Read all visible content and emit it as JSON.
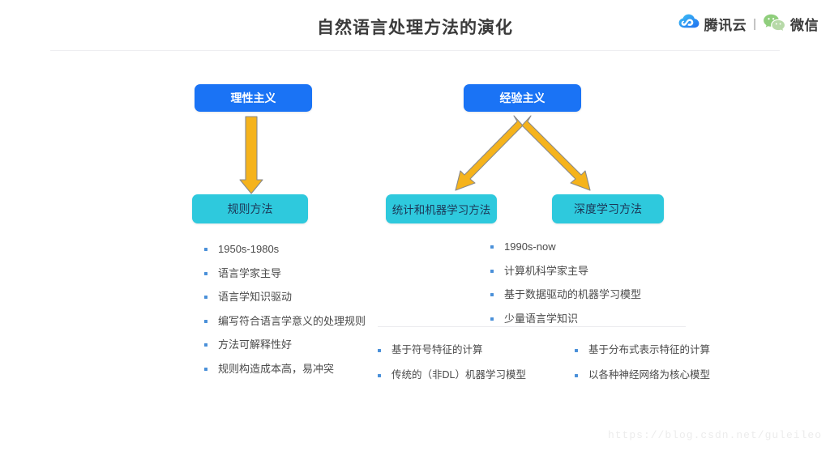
{
  "header": {
    "title": "自然语言处理方法的演化",
    "brand": {
      "cloud_icon": "tencent-cloud-icon",
      "cloud_label": "腾讯云",
      "divider": "|",
      "wechat_icon": "wechat-icon",
      "wechat_label": "微信"
    }
  },
  "diagram": {
    "nodes": [
      {
        "id": "rationalism",
        "label": "理性主义",
        "color": "#1a73f5",
        "style": "blue"
      },
      {
        "id": "empiricism",
        "label": "经验主义",
        "color": "#1a73f5",
        "style": "blue"
      },
      {
        "id": "rule_method",
        "label": "规则方法",
        "color": "#2ec9dd",
        "style": "cyan"
      },
      {
        "id": "stat_ml",
        "label": "统计和机器学习方法",
        "color": "#2ec9dd",
        "style": "cyan"
      },
      {
        "id": "deep_learning",
        "label": "深度学习方法",
        "color": "#2ec9dd",
        "style": "cyan"
      }
    ],
    "arrow_color": "#f5b31c",
    "arrows": [
      {
        "from": "rationalism",
        "to": "rule_method",
        "direction": "down"
      },
      {
        "from": "empiricism",
        "to": "stat_ml",
        "direction": "down-left"
      },
      {
        "from": "empiricism",
        "to": "deep_learning",
        "direction": "down-right"
      }
    ]
  },
  "lists": {
    "rule_method": [
      "1950s-1980s",
      "语言学家主导",
      "语言学知识驱动",
      "编写符合语言学意义的处理规则",
      "方法可解释性好",
      "规则构造成本高，易冲突"
    ],
    "empirical": [
      "1990s-now",
      "计算机科学家主导",
      "基于数据驱动的机器学习模型",
      "少量语言学知识"
    ],
    "stat_ml_sub": [
      "基于符号特征的计算",
      "传统的（非DL）机器学习模型"
    ],
    "deep_learning_sub": [
      "基于分布式表示特征的计算",
      "以各种神经网络为核心模型"
    ]
  },
  "watermark": "https://blog.csdn.net/guleileo"
}
